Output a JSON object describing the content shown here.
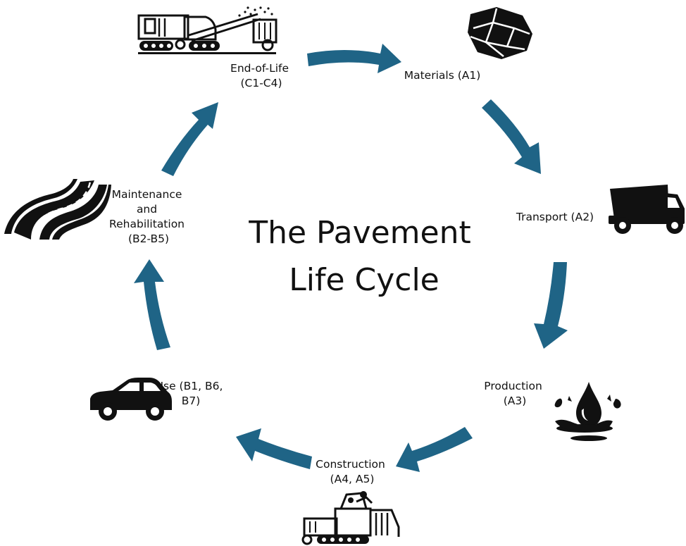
{
  "title": {
    "line1": "The Pavement",
    "line2": "Life Cycle"
  },
  "colors": {
    "arrow": "#1f6486",
    "icon": "#111111",
    "text": "#111111"
  },
  "stages": [
    {
      "id": "end-of-life",
      "lines": [
        "End-of-Life",
        "(C1-C4)"
      ],
      "icon": "milling-machine-icon"
    },
    {
      "id": "materials",
      "lines": [
        "Materials (A1)"
      ],
      "icon": "rock-aggregate-icon"
    },
    {
      "id": "transport",
      "lines": [
        "Transport (A2)"
      ],
      "icon": "dump-truck-icon"
    },
    {
      "id": "production",
      "lines": [
        "Production",
        "(A3)"
      ],
      "icon": "bitumen-drop-icon"
    },
    {
      "id": "construction",
      "lines": [
        "Construction",
        "(A4, A5)"
      ],
      "icon": "paver-machine-icon"
    },
    {
      "id": "use",
      "lines": [
        "Use (B1, B6,",
        "B7)"
      ],
      "icon": "car-icon"
    },
    {
      "id": "maintenance",
      "lines": [
        "Maintenance",
        "and",
        "Rehabilitation",
        "(B2-B5)"
      ],
      "icon": "road-icon"
    }
  ]
}
